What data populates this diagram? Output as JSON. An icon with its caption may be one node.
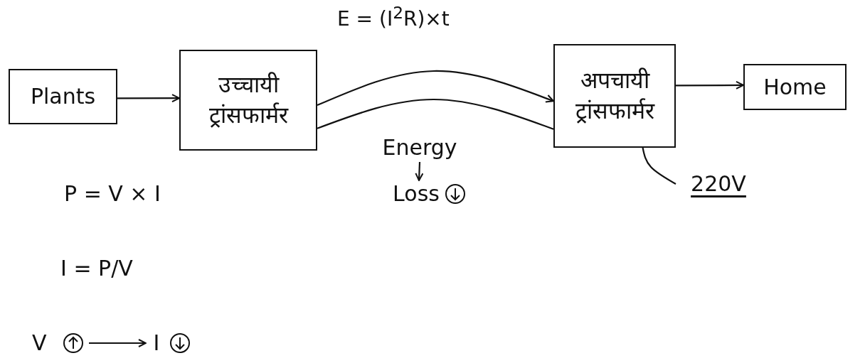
{
  "diagram": {
    "nodes": [
      {
        "text": [
          "Plants"
        ]
      },
      {
        "text": [
          "उच्चायी ट्रांसफार्मर"
        ]
      },
      {
        "text": [
          "अपचायी ट्रांसफार्मर"
        ]
      },
      {
        "text": [
          "Home"
        ]
      },
      {
        "text": [
          "220V"
        ]
      },
      {
        "text": [
          "Energy"
        ]
      },
      {
        "text": [
          "Loss"
        ]
      },
      {
        "text": [
          "V"
        ]
      },
      {
        "text": [
          "I"
        ]
      }
    ],
    "edges": [
      {
        "from": 0,
        "to": 1,
        "arrow": "to"
      },
      {
        "from": 1,
        "to": 2,
        "arrow": "to",
        "label": "E = (I$^{2}$R)×t"
      },
      {
        "from": 1,
        "to": 2,
        "arrow": "none"
      },
      {
        "from": 2,
        "to": 3,
        "arrow": "to"
      },
      {
        "from": 2,
        "to": 4,
        "arrow": "none"
      },
      {
        "from": 5,
        "to": 6,
        "arrow": "to"
      },
      {
        "from": 7,
        "to": 8,
        "arrow": "to"
      }
    ],
    "labels": [
      "P = V × I",
      "I = P/V"
    ]
  }
}
